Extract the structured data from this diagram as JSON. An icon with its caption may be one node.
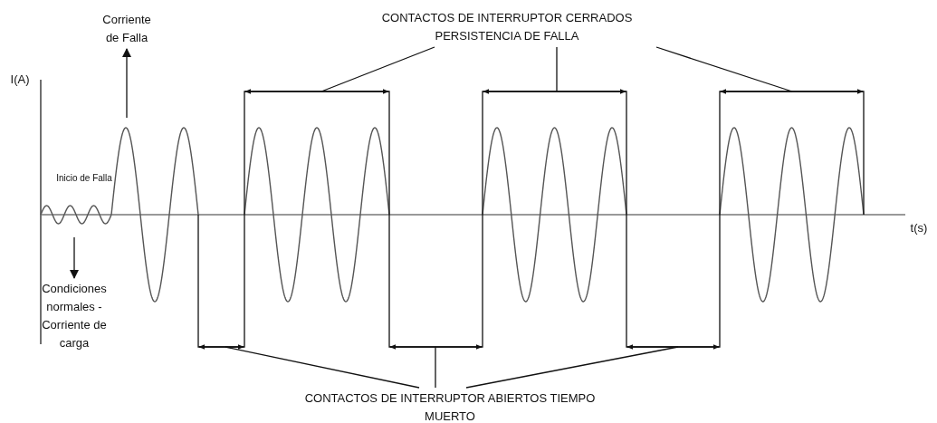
{
  "diagram": {
    "nodes": [
      {
        "text": [
          "CONTACTOS DE INTERRUPTOR CERRADOS PERSISTENCIA DE FALLA"
        ]
      },
      {
        "text": [],
        "shape": "bar"
      },
      {
        "text": [],
        "shape": "bar"
      },
      {
        "text": [],
        "shape": "bar"
      },
      {
        "text": [
          "CONTACTOS DE INTERRUPTOR ABIERTOS TIEMPO MUERTO"
        ]
      },
      {
        "text": [],
        "shape": "bar"
      },
      {
        "text": [],
        "shape": "bar"
      },
      {
        "text": [],
        "shape": "bar"
      },
      {
        "text": [
          "Corriente de Falla"
        ]
      },
      {
        "text": [
          "Condiciones normales - Corriente de carga"
        ]
      }
    ],
    "edges": [
      {
        "from": 0,
        "to": 1,
        "arrow": "none"
      },
      {
        "from": 0,
        "to": 2,
        "arrow": "none"
      },
      {
        "from": 0,
        "to": 3,
        "arrow": "none"
      },
      {
        "from": 4,
        "to": 5,
        "arrow": "none"
      },
      {
        "from": 4,
        "to": 6,
        "arrow": "none"
      },
      {
        "from": 4,
        "to": 7,
        "arrow": "none"
      },
      {
        "from": null,
        "to": 8,
        "arrow": "to"
      },
      {
        "from": null,
        "to": 9,
        "arrow": "to"
      }
    ],
    "labels": [
      "I(A)",
      "Inicio de Falla",
      "t(s)"
    ]
  }
}
